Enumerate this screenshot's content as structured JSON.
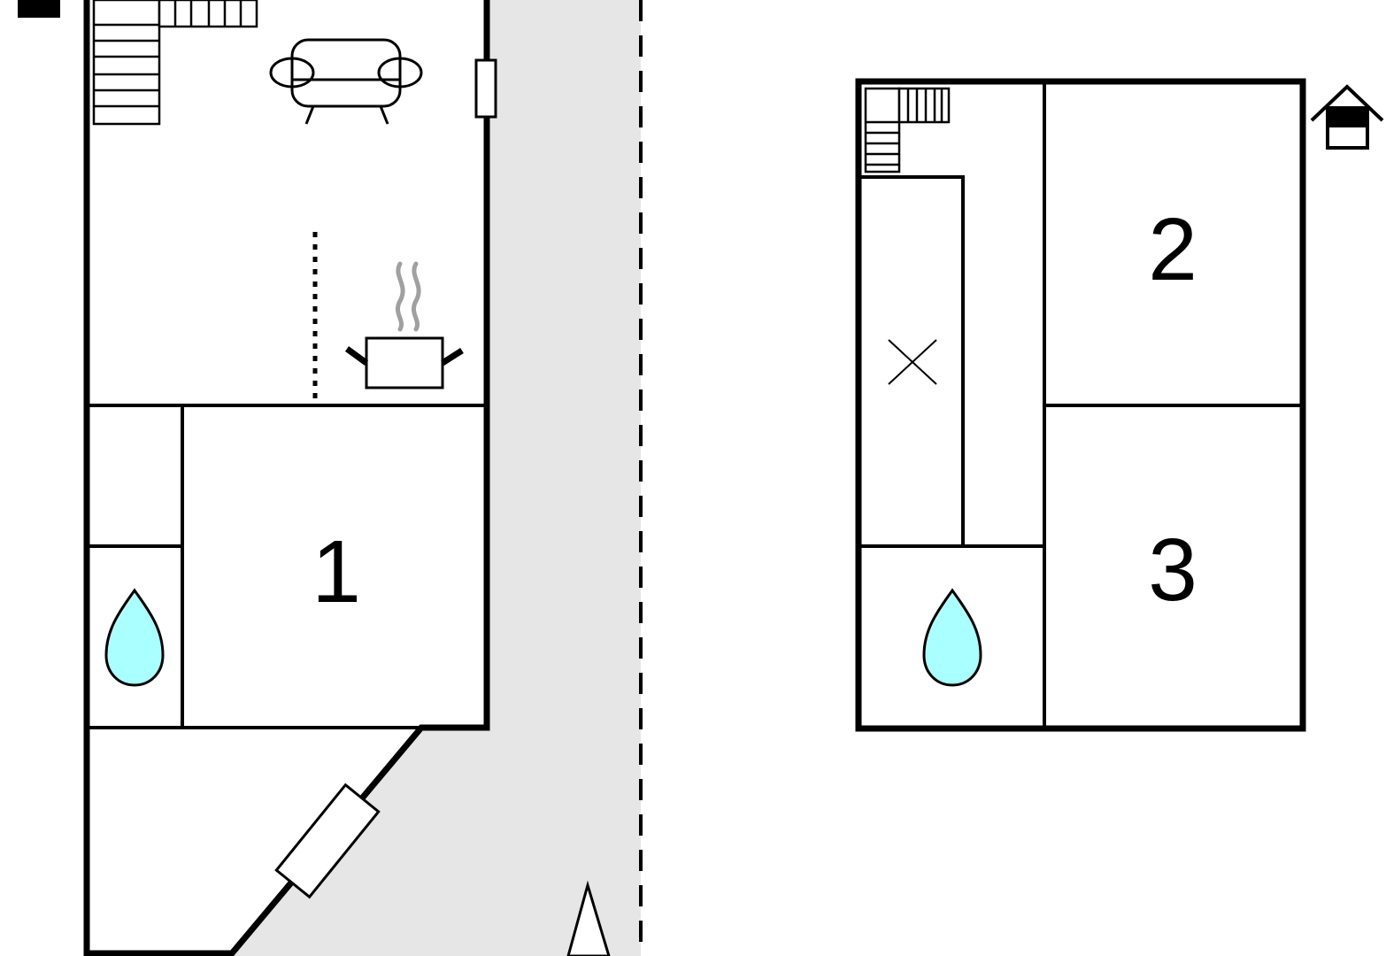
{
  "floorplan": {
    "colors": {
      "background": "#ffffff",
      "walls": "#000000",
      "outdoor_path": "#e6e6e6",
      "water_drop": "#aaffff",
      "steam": "#a0a0a0"
    },
    "ground_floor": {
      "rooms": [
        {
          "label": "1",
          "icons": [
            "bed-room"
          ]
        }
      ],
      "icons": [
        "sofa-icon",
        "cooking-pot-icon",
        "water-drop-icon",
        "stairs-icon",
        "door-icon",
        "entrance-arrow-icon"
      ]
    },
    "upper_floor": {
      "rooms": [
        {
          "label": "2"
        },
        {
          "label": "3"
        }
      ],
      "icons": [
        "stairs-icon",
        "void-cross-icon",
        "water-drop-icon",
        "house-floor-icon"
      ]
    }
  }
}
